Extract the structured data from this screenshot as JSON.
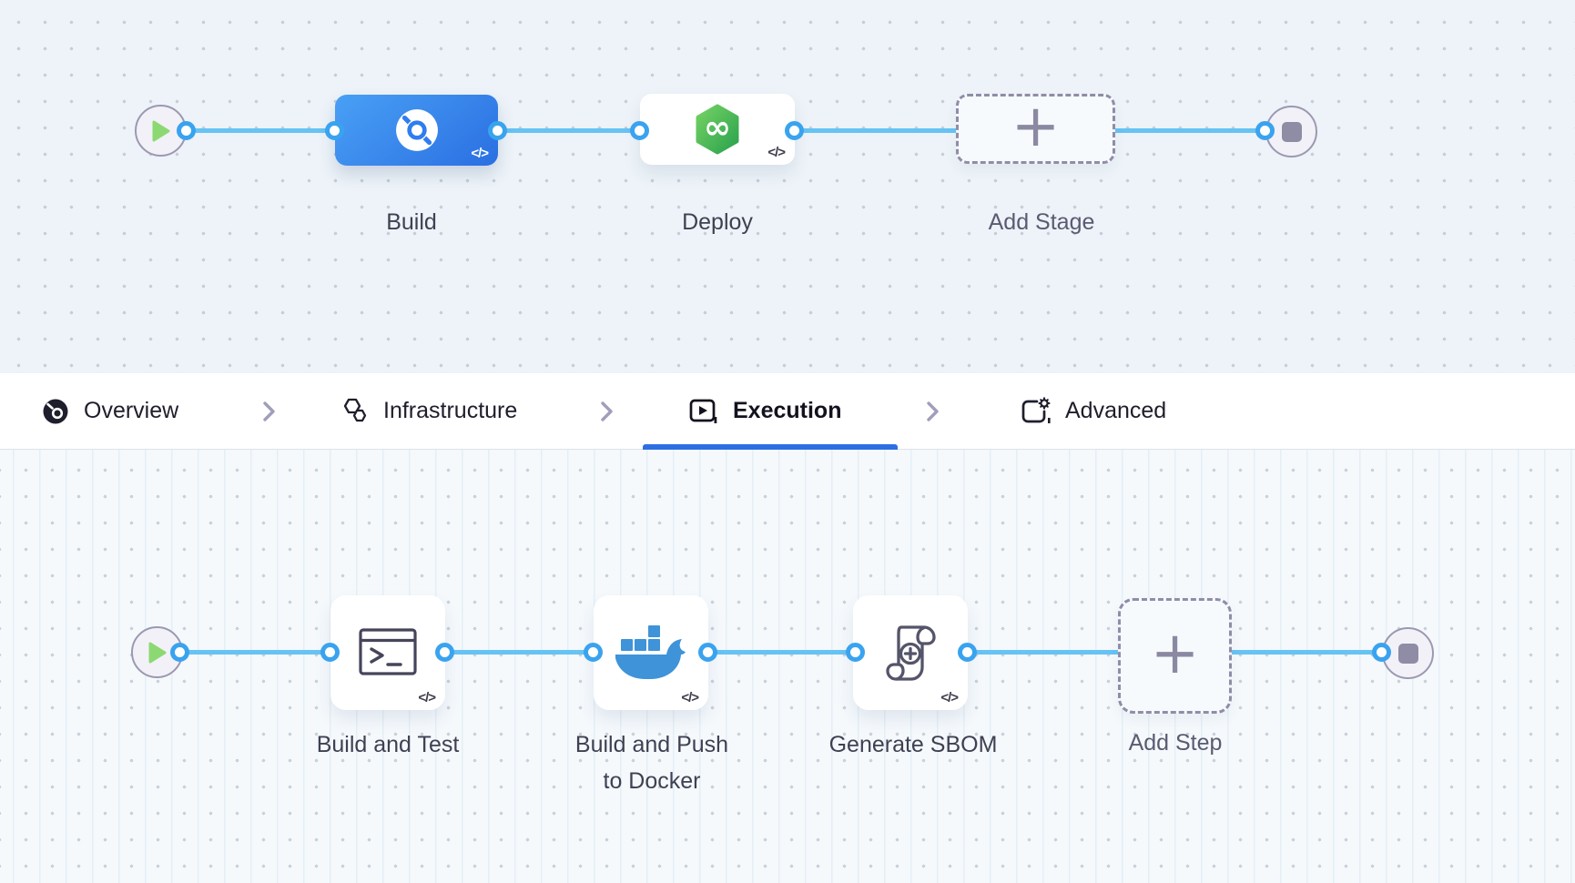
{
  "glyphs": {
    "code": "</>",
    "infinity": "∞",
    "plus": "+"
  },
  "top_pipeline": {
    "start_node": "play",
    "end_node": "stop",
    "stages": [
      {
        "label": "Build",
        "icon": "harness-ci-icon",
        "code_badge": "</>"
      },
      {
        "label": "Deploy",
        "icon": "harness-cd-icon",
        "code_badge": "</>"
      },
      {
        "label": "Add Stage",
        "icon": "plus-icon"
      }
    ]
  },
  "tabs": {
    "items": [
      {
        "label": "Overview",
        "icon": "overview-icon",
        "active": false
      },
      {
        "label": "Infrastructure",
        "icon": "infrastructure-icon",
        "active": false
      },
      {
        "label": "Execution",
        "icon": "execution-icon",
        "active": true
      },
      {
        "label": "Advanced",
        "icon": "advanced-icon",
        "active": false
      }
    ],
    "active_tab": "Execution",
    "accent_color": "#2d6fe3"
  },
  "bottom_pipeline": {
    "start_node": "play",
    "end_node": "stop",
    "steps": [
      {
        "label": "Build and Test",
        "icon": "terminal-icon",
        "code_badge": "</>"
      },
      {
        "label": "Build and Push to Docker",
        "icon": "docker-icon",
        "code_badge": "</>"
      },
      {
        "label": "Generate SBOM",
        "icon": "sbom-scroll-icon",
        "code_badge": "</>"
      },
      {
        "label": "Add Step",
        "icon": "plus-icon"
      }
    ]
  },
  "colors": {
    "connector_line": "#67c3f3",
    "port_ring": "#3aa3ef",
    "stage_blue": "#2f7df0",
    "cd_green": "#42b54f",
    "docker_blue": "#3e93d9",
    "canvas_top_bg": "#edf3f8",
    "canvas_bottom_bg": "#f5f9fc"
  }
}
